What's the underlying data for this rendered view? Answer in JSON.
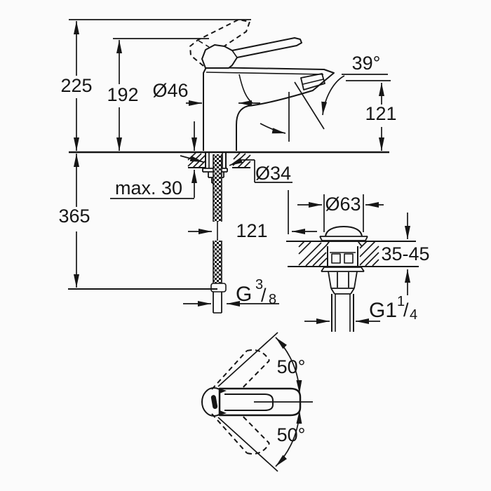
{
  "page": {
    "background": "#fbfbfb",
    "ink": "#161616"
  },
  "diagram": {
    "type": "technical-dimension-drawing",
    "subject": "single-lever basin mixer faucet with pop-up waste",
    "labels": {
      "overall_height": "225",
      "body_height": "192",
      "base_diameter": "Ø46",
      "spray_angle": "39°",
      "spout_height": "121",
      "mounting_hole_diameter": "Ø34",
      "max_deck_thickness": "max. 30",
      "hose_drop": "365",
      "hose_offset": "121",
      "supply_thread": {
        "base": "G",
        "numerator": "3",
        "slash": "/",
        "denominator": "8"
      },
      "waste_cap_diameter": "Ø63",
      "waste_deck_range": "35-45",
      "waste_thread": {
        "base": "G1",
        "numerator": "1",
        "slash": "/",
        "denominator": "4"
      },
      "handle_swing_upper": "50°",
      "handle_swing_lower": "50°"
    }
  }
}
